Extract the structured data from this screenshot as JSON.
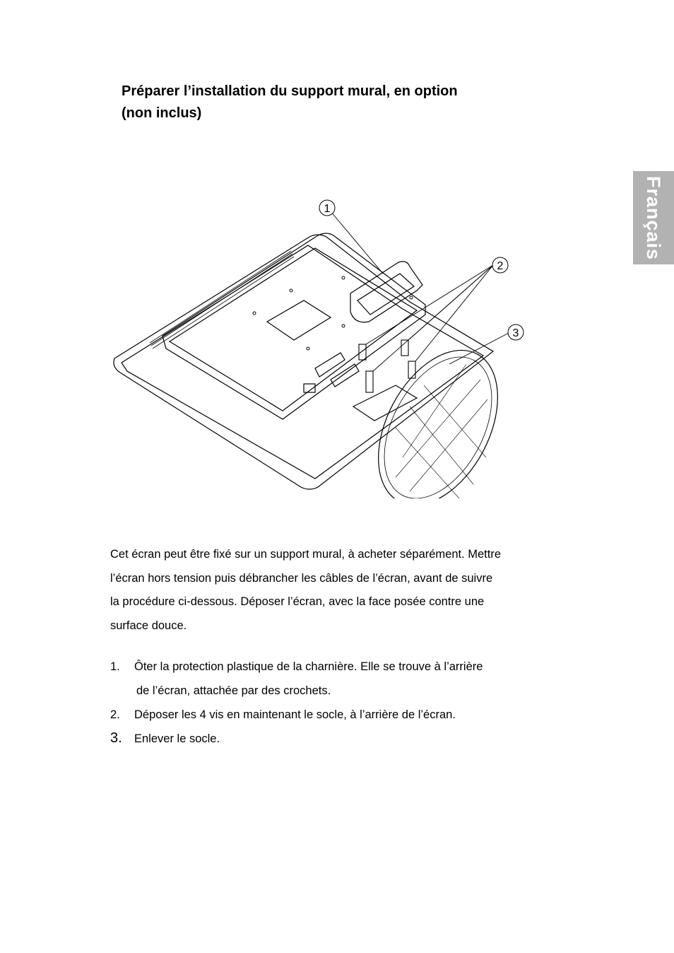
{
  "heading": {
    "line1": "Préparer l’installation du support mural, en option",
    "line2": "(non inclus)"
  },
  "side_tab": {
    "label": "Français",
    "color": "#b2b2b2"
  },
  "figure": {
    "callouts": [
      "1",
      "2",
      "3"
    ]
  },
  "intro": {
    "lines": [
      "Cet écran peut être fixé sur un support mural, à acheter séparément. Mettre",
      "l’écran hors tension puis débrancher les câbles de l’écran, avant de suivre",
      "la procédure ci-dessous. Déposer l’écran, avec la face posée contre une",
      "surface douce."
    ]
  },
  "steps": [
    {
      "number": "1.",
      "line1": "Ôter la protection plastique de la charnière. Elle se trouve à l’arrière",
      "line2": "de l’écran, attachée par des crochets."
    },
    {
      "number": "2.",
      "line1": "Déposer les 4 vis en maintenant le socle, à l’arrière de l’écran."
    },
    {
      "number": "3.",
      "line1": "Enlever le socle."
    }
  ]
}
